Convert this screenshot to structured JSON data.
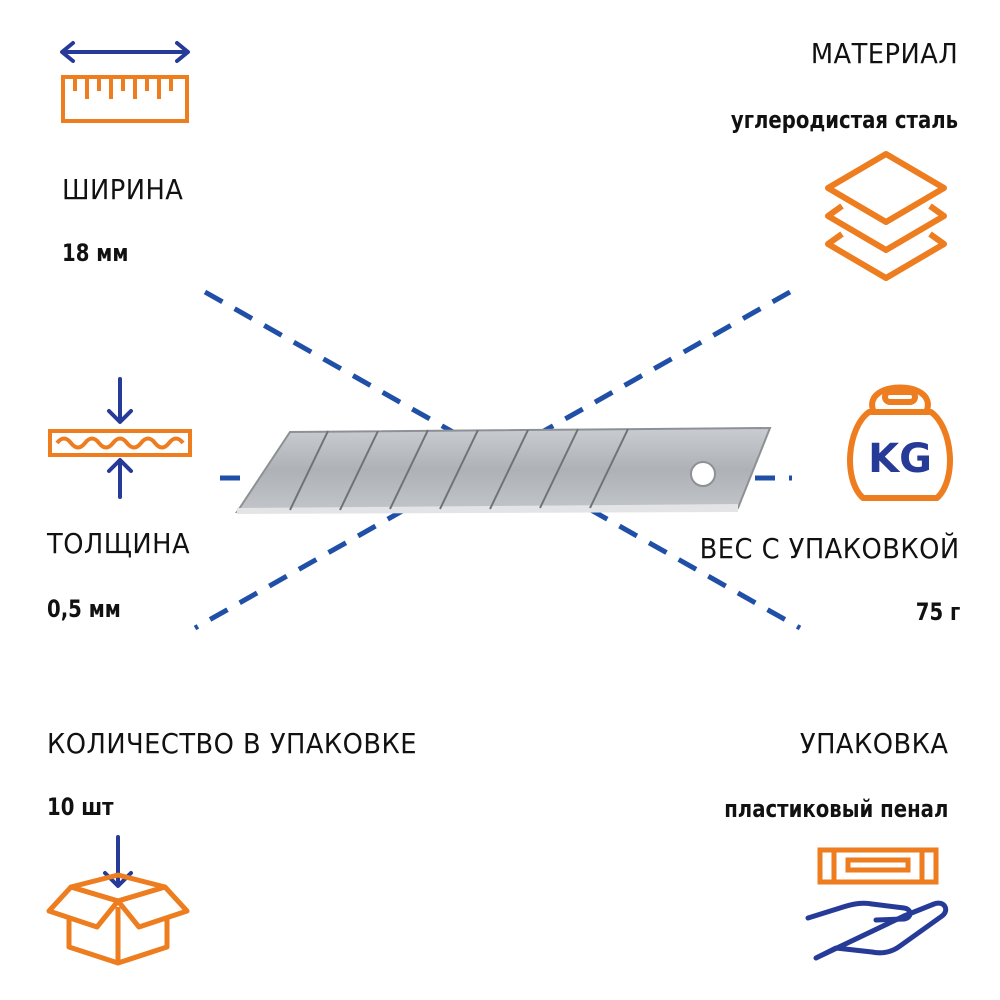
{
  "specs": {
    "width": {
      "label": "ШИРИНА",
      "value": "18 мм",
      "icon": "ruler-width-icon"
    },
    "thickness": {
      "label": "ТОЛЩИНА",
      "value": "0,5 мм",
      "icon": "thickness-icon"
    },
    "quantity": {
      "label": "КОЛИЧЕСТВО В УПАКОВКЕ",
      "value": "10 шт",
      "icon": "box-icon"
    },
    "material": {
      "label": "МАТЕРИАЛ",
      "value": "углеродистая сталь",
      "icon": "layers-icon"
    },
    "weight": {
      "label": "ВЕС С УПАКОВКОЙ",
      "value": "75 г",
      "icon": "weight-kg-icon",
      "icon_text": "KG"
    },
    "packaging": {
      "label": "УПАКОВКА",
      "value": "пластиковый пенал",
      "icon": "hand-case-icon"
    }
  },
  "colors": {
    "orange": "#ED7D1F",
    "blue": "#263A97",
    "dash_blue": "#1F4FA6",
    "blade": "#B9BDC2"
  }
}
